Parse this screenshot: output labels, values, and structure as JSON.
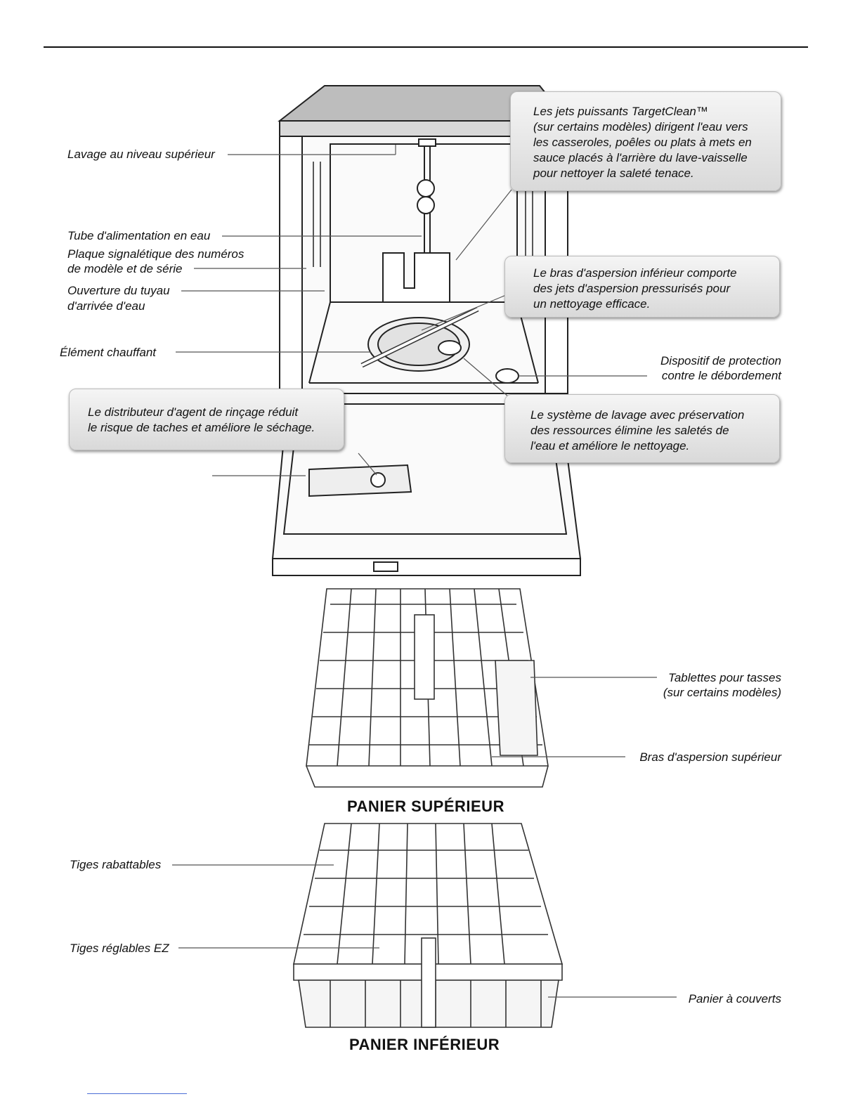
{
  "labels": {
    "upper_wash": "Lavage au niveau supérieur",
    "water_tube": "Tube d'alimentation en eau",
    "serial_plate_1": "Plaque signalétique des numéros",
    "serial_plate_2": "de modèle et de série",
    "inlet_1": "Ouverture du tuyau",
    "inlet_2": "d'arrivée d'eau",
    "heater": "Élément chauffant",
    "overflow_1": "Dispositif de protection",
    "overflow_2": "contre le débordement",
    "cup_shelves_1": "Tablettes pour tasses",
    "cup_shelves_2": "(sur certains modèles)",
    "upper_spray_arm": "Bras d'aspersion supérieur",
    "fold_tines": "Tiges rabattables",
    "ez_tines": "Tiges réglables EZ",
    "silverware_basket": "Panier à couverts"
  },
  "callouts": {
    "targetclean": [
      "Les jets puissants TargetClean™",
      "(sur certains modèles) dirigent l'eau vers",
      "les casseroles, poêles ou plats à mets en",
      "sauce placés à l'arrière du lave-vaisselle",
      "pour nettoyer la saleté tenace."
    ],
    "lower_arm": [
      "Le bras d'aspersion inférieur comporte",
      "des jets d'aspersion pressurisés pour",
      "un nettoyage efficace."
    ],
    "rinse_aid": [
      "Le distributeur d'agent de rinçage réduit",
      "le risque de taches et améliore le séchage."
    ],
    "filtration": [
      "Le système de lavage avec préservation",
      "des ressources élimine les saletés de",
      "l'eau et améliore le nettoyage."
    ]
  },
  "headings": {
    "upper_rack": "PANIER SUPÉRIEUR",
    "lower_rack": "PANIER INFÉRIEUR"
  }
}
